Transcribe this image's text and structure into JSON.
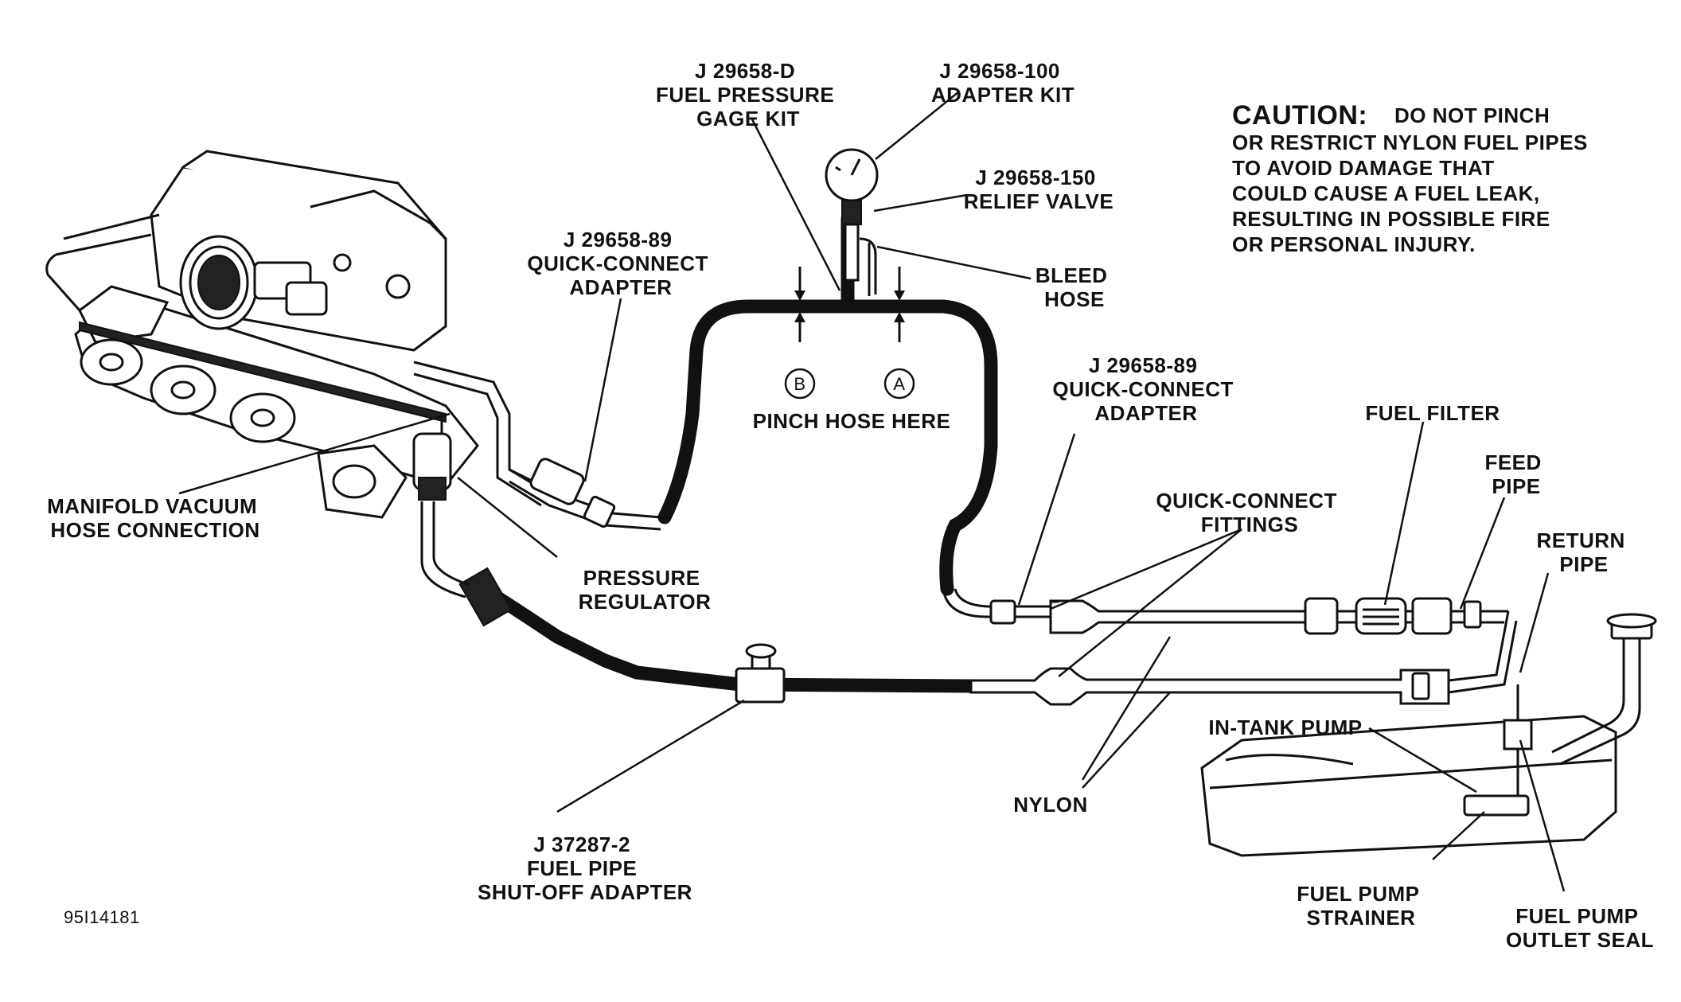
{
  "title": "",
  "labels": {
    "gage_kit": [
      "J 29658-D",
      "FUEL PRESSURE",
      "GAGE KIT"
    ],
    "adapter_kit": [
      "J 29658-100",
      "ADAPTER KIT"
    ],
    "relief_valve": [
      "J 29658-150",
      "RELIEF VALVE"
    ],
    "bleed_hose": [
      "BLEED",
      "HOSE"
    ],
    "quick_connect_left": [
      "J 29658-89",
      "QUICK-CONNECT",
      "ADAPTER"
    ],
    "quick_connect_right": [
      "J 29658-89",
      "QUICK-CONNECT",
      "ADAPTER"
    ],
    "pinch_marker_b": "B",
    "pinch_marker_a": "A",
    "pinch_hose_here": "PINCH HOSE HERE",
    "manifold_vacuum": [
      "MANIFOLD VACUUM",
      "HOSE CONNECTION"
    ],
    "pressure_regulator": [
      "PRESSURE",
      "REGULATOR"
    ],
    "fuel_filter": "FUEL FILTER",
    "feed_pipe": [
      "FEED",
      "PIPE"
    ],
    "return_pipe": [
      "RETURN",
      "PIPE"
    ],
    "quick_connect_fittings": [
      "QUICK-CONNECT",
      "FITTINGS"
    ],
    "in_tank_pump": "IN-TANK PUMP",
    "nylon": "NYLON",
    "shutoff_adapter": [
      "J 37287-2",
      "FUEL PIPE",
      "SHUT-OFF ADAPTER"
    ],
    "fuel_pump_strainer": [
      "FUEL PUMP",
      "STRAINER"
    ],
    "fuel_pump_outlet_seal": [
      "FUEL PUMP",
      "OUTLET SEAL"
    ],
    "figure_id": "95I14181"
  },
  "caution": {
    "heading": "CAUTION:",
    "lines": [
      "DO NOT PINCH",
      "OR RESTRICT NYLON FUEL PIPES",
      "TO AVOID DAMAGE THAT",
      "COULD CAUSE A FUEL LEAK,",
      "RESULTING IN POSSIBLE FIRE",
      "OR PERSONAL INJURY."
    ]
  },
  "colors": {
    "ink": "#111111",
    "paper": "#ffffff"
  }
}
